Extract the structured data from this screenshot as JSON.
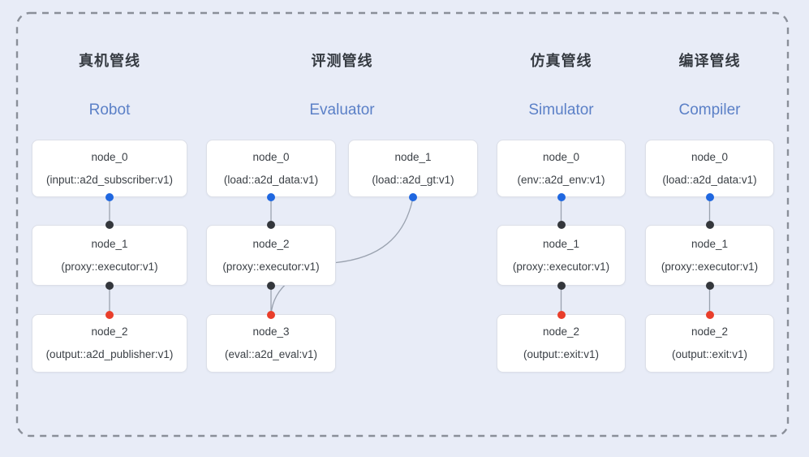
{
  "colors": {
    "background": "#e8ecf7",
    "frame_border": "#8a8f99",
    "node_bg": "#ffffff",
    "node_border": "#dcdfe8",
    "node_text": "#3b4046",
    "header_zh": "#363b42",
    "header_en": "#5b80c7",
    "edge": "#9aa2af",
    "dot_blue": "#1f67e0",
    "dot_black": "#34373c",
    "dot_red": "#e93e2b"
  },
  "pipelines": [
    {
      "title_zh": "真机管线",
      "title_en": "Robot",
      "nodes": [
        {
          "name": "node_0",
          "type": "(input::a2d_subscriber:v1)"
        },
        {
          "name": "node_1",
          "type": "(proxy::executor:v1)"
        },
        {
          "name": "node_2",
          "type": "(output::a2d_publisher:v1)"
        }
      ]
    },
    {
      "title_zh": "评测管线",
      "title_en": "Evaluator",
      "nodes": [
        {
          "name": "node_0",
          "type": "(load::a2d_data:v1)"
        },
        {
          "name": "node_1",
          "type": "(load::a2d_gt:v1)"
        },
        {
          "name": "node_2",
          "type": "(proxy::executor:v1)"
        },
        {
          "name": "node_3",
          "type": "(eval::a2d_eval:v1)"
        }
      ]
    },
    {
      "title_zh": "仿真管线",
      "title_en": "Simulator",
      "nodes": [
        {
          "name": "node_0",
          "type": "(env::a2d_env:v1)"
        },
        {
          "name": "node_1",
          "type": "(proxy::executor:v1)"
        },
        {
          "name": "node_2",
          "type": "(output::exit:v1)"
        }
      ]
    },
    {
      "title_zh": "编译管线",
      "title_en": "Compiler",
      "nodes": [
        {
          "name": "node_0",
          "type": "(load::a2d_data:v1)"
        },
        {
          "name": "node_1",
          "type": "(proxy::executor:v1)"
        },
        {
          "name": "node_2",
          "type": "(output::exit:v1)"
        }
      ]
    }
  ]
}
